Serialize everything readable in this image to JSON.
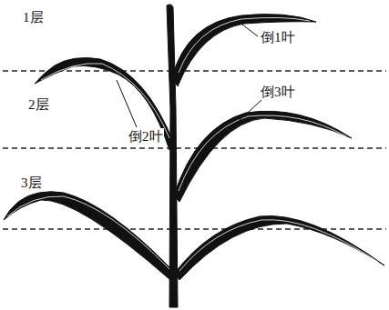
{
  "diagram": {
    "labels": [
      "1层",
      "倒1叶",
      "2层",
      "倒2叶",
      "倒3叶",
      "3层"
    ]
  }
}
